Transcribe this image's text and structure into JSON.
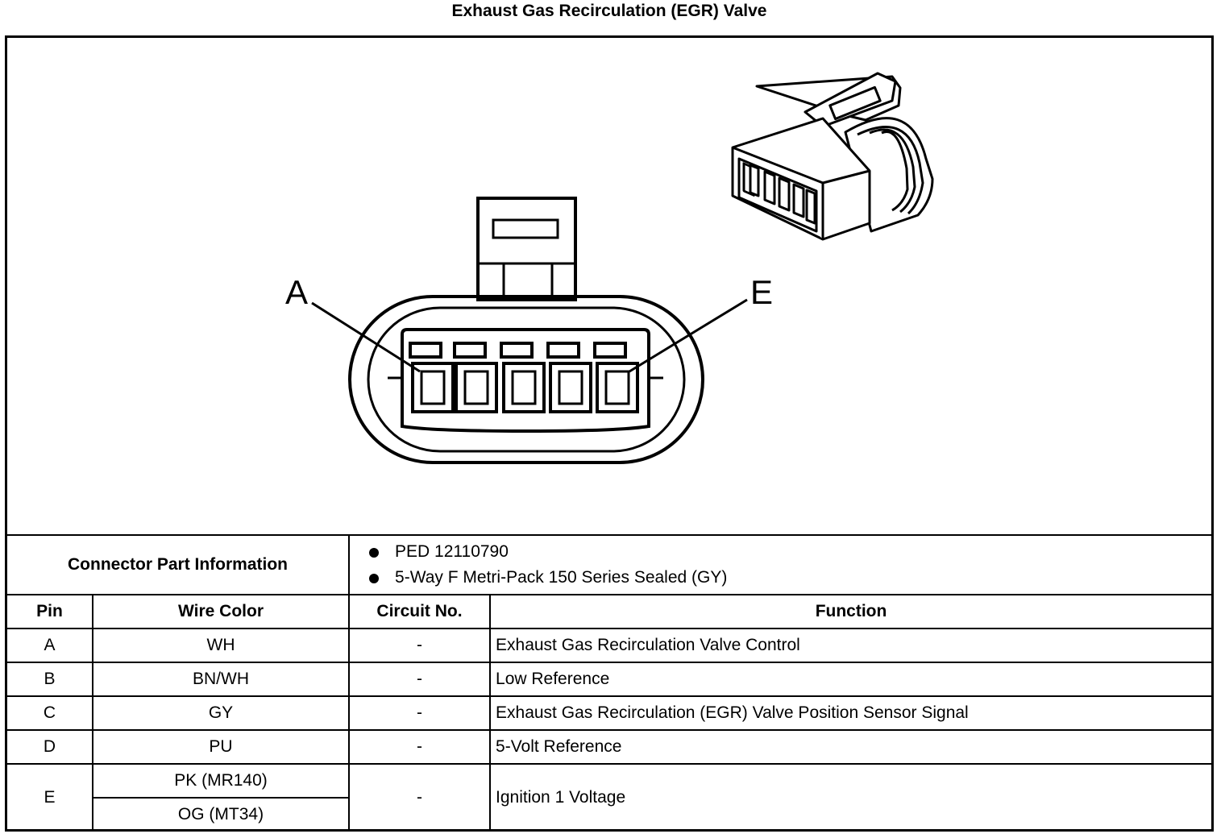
{
  "title": "Exhaust Gas Recirculation (EGR) Valve",
  "diagram": {
    "pin_label_left": "A",
    "pin_label_right": "E"
  },
  "connector_info": {
    "label": "Connector Part Information",
    "items": [
      "PED 12110790",
      "5-Way F Metri-Pack 150 Series Sealed (GY)"
    ]
  },
  "table": {
    "headers": [
      "Pin",
      "Wire Color",
      "Circuit No.",
      "Function"
    ],
    "rows": [
      {
        "pin": "A",
        "wire": "WH",
        "circuit": "-",
        "function": "Exhaust Gas Recirculation Valve Control"
      },
      {
        "pin": "B",
        "wire": "BN/WH",
        "circuit": "-",
        "function": "Low Reference"
      },
      {
        "pin": "C",
        "wire": "GY",
        "circuit": "-",
        "function": "Exhaust Gas Recirculation (EGR) Valve Position Sensor Signal"
      },
      {
        "pin": "D",
        "wire": "PU",
        "circuit": "-",
        "function": "5-Volt Reference"
      },
      {
        "pin": "E",
        "wire": "PK (MR140)",
        "wire2": "OG (MT34)",
        "circuit": "-",
        "function": "Ignition 1 Voltage"
      }
    ]
  }
}
